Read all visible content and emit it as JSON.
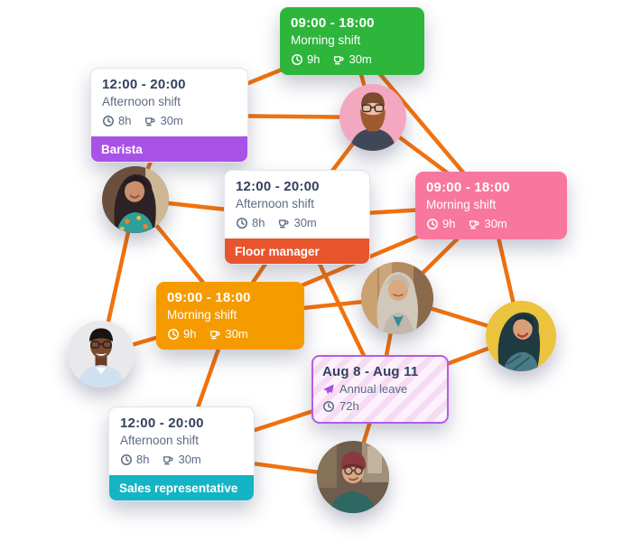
{
  "theme": {
    "background": "#ffffff",
    "connection_line_color": "#f1720e",
    "card_title_color": "#33405c",
    "card_subtext_color": "#5c6b85",
    "green_card_color": "#2eb53c",
    "pink_card_color": "#f8779f",
    "orange_card_color": "#f59b00",
    "purple_role_color": "#a952e8",
    "red_role_color": "#e8552d",
    "teal_role_color": "#14b4c4",
    "leave_border_color": "#b55ce8",
    "leave_plane_color": "#a94fe6"
  },
  "cards": {
    "green": {
      "time": "09:00 - 18:00",
      "name": "Morning shift",
      "hours": "9h",
      "break": "30m"
    },
    "barista": {
      "time": "12:00 - 20:00",
      "name": "Afternoon shift",
      "hours": "8h",
      "break": "30m",
      "role": "Barista"
    },
    "floor": {
      "time": "12:00 - 20:00",
      "name": "Afternoon shift",
      "hours": "8h",
      "break": "30m",
      "role": "Floor manager"
    },
    "pink": {
      "time": "09:00 - 18:00",
      "name": "Morning shift",
      "hours": "9h",
      "break": "30m"
    },
    "orange": {
      "time": "09:00 - 18:00",
      "name": "Morning shift",
      "hours": "9h",
      "break": "30m"
    },
    "leave": {
      "dates": "Aug 8 - Aug 11",
      "name": "Annual leave",
      "hours": "72h"
    },
    "sales": {
      "time": "12:00 - 20:00",
      "name": "Afternoon shift",
      "hours": "8h",
      "break": "30m",
      "role": "Sales representative"
    }
  },
  "avatars": [
    {
      "id": "avatar-beard",
      "description": "man with glasses and full beard on pink background"
    },
    {
      "id": "avatar-woman",
      "description": "smiling woman with long dark hair in floral top"
    },
    {
      "id": "avatar-hijab",
      "description": "woman wearing a light hijab on a city street"
    },
    {
      "id": "avatar-yellow",
      "description": "smiling woman with dark hair on yellow background"
    },
    {
      "id": "avatar-blueman",
      "description": "smiling man with glasses in a light blue shirt"
    },
    {
      "id": "avatar-beanie",
      "description": "man in a red beanie with glasses looking up"
    }
  ],
  "graph": {
    "edges": [
      [
        "card-green",
        "card-barista"
      ],
      [
        "card-green",
        "avatar-beard"
      ],
      [
        "card-green",
        "card-pink"
      ],
      [
        "card-barista",
        "avatar-beard"
      ],
      [
        "card-barista",
        "avatar-woman"
      ],
      [
        "avatar-beard",
        "card-floor"
      ],
      [
        "avatar-beard",
        "card-pink"
      ],
      [
        "avatar-woman",
        "card-floor"
      ],
      [
        "avatar-woman",
        "card-orange"
      ],
      [
        "avatar-woman",
        "avatar-blueman"
      ],
      [
        "card-floor",
        "card-pink"
      ],
      [
        "card-floor",
        "card-orange"
      ],
      [
        "card-floor",
        "card-leave"
      ],
      [
        "card-pink",
        "card-orange"
      ],
      [
        "card-pink",
        "avatar-hijab"
      ],
      [
        "card-pink",
        "avatar-yellow"
      ],
      [
        "card-orange",
        "avatar-hijab"
      ],
      [
        "card-orange",
        "avatar-blueman"
      ],
      [
        "card-orange",
        "card-sales"
      ],
      [
        "avatar-hijab",
        "card-leave"
      ],
      [
        "avatar-hijab",
        "avatar-yellow"
      ],
      [
        "avatar-yellow",
        "card-leave"
      ],
      [
        "card-leave",
        "card-sales"
      ],
      [
        "card-leave",
        "avatar-beanie"
      ],
      [
        "card-sales",
        "avatar-beanie"
      ]
    ]
  }
}
